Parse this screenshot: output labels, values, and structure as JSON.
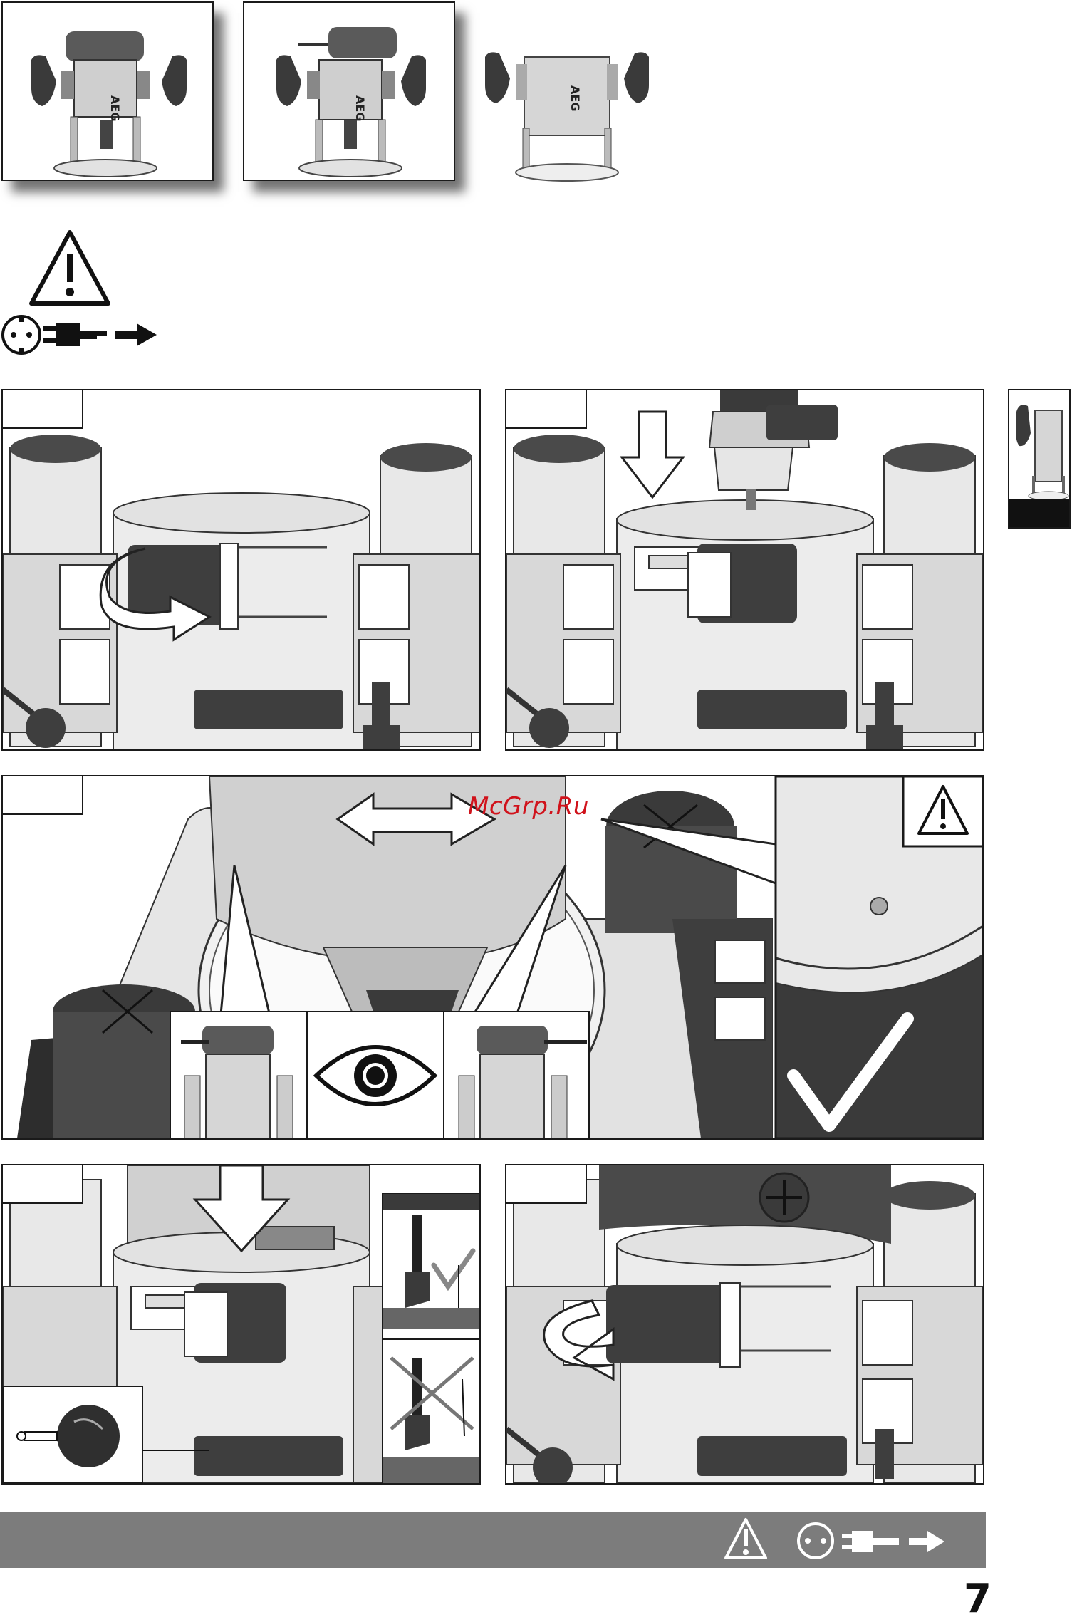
{
  "brand_label": "AEG",
  "watermark": "McGrp.Ru",
  "page_number": "7",
  "colors": {
    "tool_grey": "#d6d6d6",
    "tool_dark": "#3b3b3b",
    "bar_grey": "#7c7c7c",
    "watermark_red": "#d0121b"
  },
  "icons": {
    "warning": "warning-triangle-icon",
    "socket": "power-socket-icon",
    "plug": "unplug-icon",
    "arrow": "arrow-right-icon",
    "eye": "eye-icon",
    "check": "checkmark-icon",
    "down_arrow": "arrow-down-icon",
    "rotate": "rotate-arrow-icon"
  }
}
